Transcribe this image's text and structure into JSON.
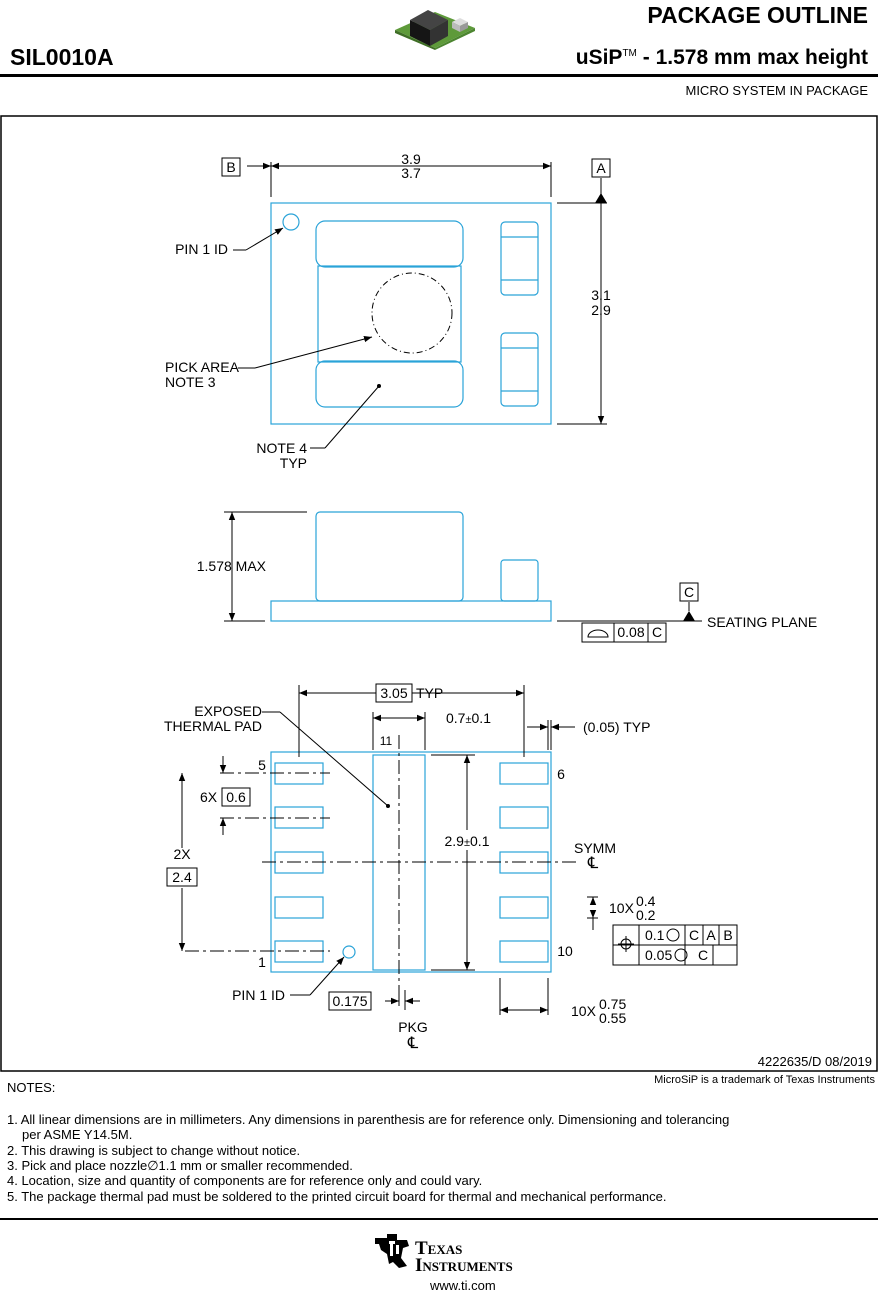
{
  "header": {
    "part_number": "SIL0010A",
    "doc_type": "PACKAGE OUTLINE",
    "package_name": "uSiP",
    "tm": "TM",
    "height_text": "-  1.578 mm max height",
    "package_desc": "MICRO SYSTEM IN PACKAGE"
  },
  "top_view": {
    "datum_b": "B",
    "datum_a": "A",
    "width_max": "3.9",
    "width_min": "3.7",
    "height_max": "3.1",
    "height_min": "2.9",
    "pin1_label": "PIN 1 ID",
    "pick_area_l1": "PICK AREA",
    "pick_area_l2": "NOTE 3",
    "note4_l1": "NOTE 4",
    "note4_l2": "TYP"
  },
  "side_view": {
    "max_height": "1.578 MAX",
    "datum_c": "C",
    "seating_plane": "SEATING PLANE",
    "flatness_value": "0.08",
    "flatness_datum": "C"
  },
  "bottom_view": {
    "pitch_box": "3.05",
    "pitch_typ": "TYP",
    "pad_width": "0.7",
    "pad_width_tol": "0.1",
    "offset_typ": "(0.05) TYP",
    "exposed_l1": "EXPOSED",
    "exposed_l2": "THERMAL PAD",
    "pin11": "11",
    "pin5": "5",
    "pin6": "6",
    "pin1": "1",
    "pin10": "10",
    "pitch6x": "6X",
    "pitch_val": "0.6",
    "span2x": "2X",
    "span_val": "2.4",
    "pad_len": "2.9",
    "pad_len_tol": "0.1",
    "symm": "SYMM",
    "cl": "℄",
    "lead_w_count": "10X",
    "lead_w_max": "0.4",
    "lead_w_min": "0.2",
    "pos_tol1": "0.1",
    "pos_tol2": "0.05",
    "datum_c": "C",
    "datum_a": "A",
    "datum_b": "B",
    "pin1_label": "PIN 1 ID",
    "offset_box": "0.175",
    "pkg": "PKG",
    "lead_l_count": "10X",
    "lead_l_max": "0.75",
    "lead_l_min": "0.55"
  },
  "footer": {
    "doc_id": "4222635/D   08/2019",
    "trademark": "MicroSiP is a trademark of Texas Instruments",
    "notes_title": "NOTES:",
    "notes": [
      "1. All linear dimensions are in millimeters. Any dimensions in parenthesis are for reference only. Dimensioning and tolerancing",
      "    per ASME Y14.5M.",
      "2. This drawing is subject to change without notice.",
      "3. Pick and place nozzle",
      "1.1  mm or smaller recommended.",
      "4. Location, size and quantity of components are for reference only and could vary.",
      "5. The package thermal pad must be soldered to the printed circuit board for thermal and mechanical performance."
    ],
    "logo_l1": "Texas",
    "logo_l2": "Instruments",
    "website": "www.ti.com"
  },
  "colors": {
    "outline": "#2aa3d8",
    "ink": "#000000",
    "pcb": "#6aa84f",
    "chip": "#222222"
  }
}
